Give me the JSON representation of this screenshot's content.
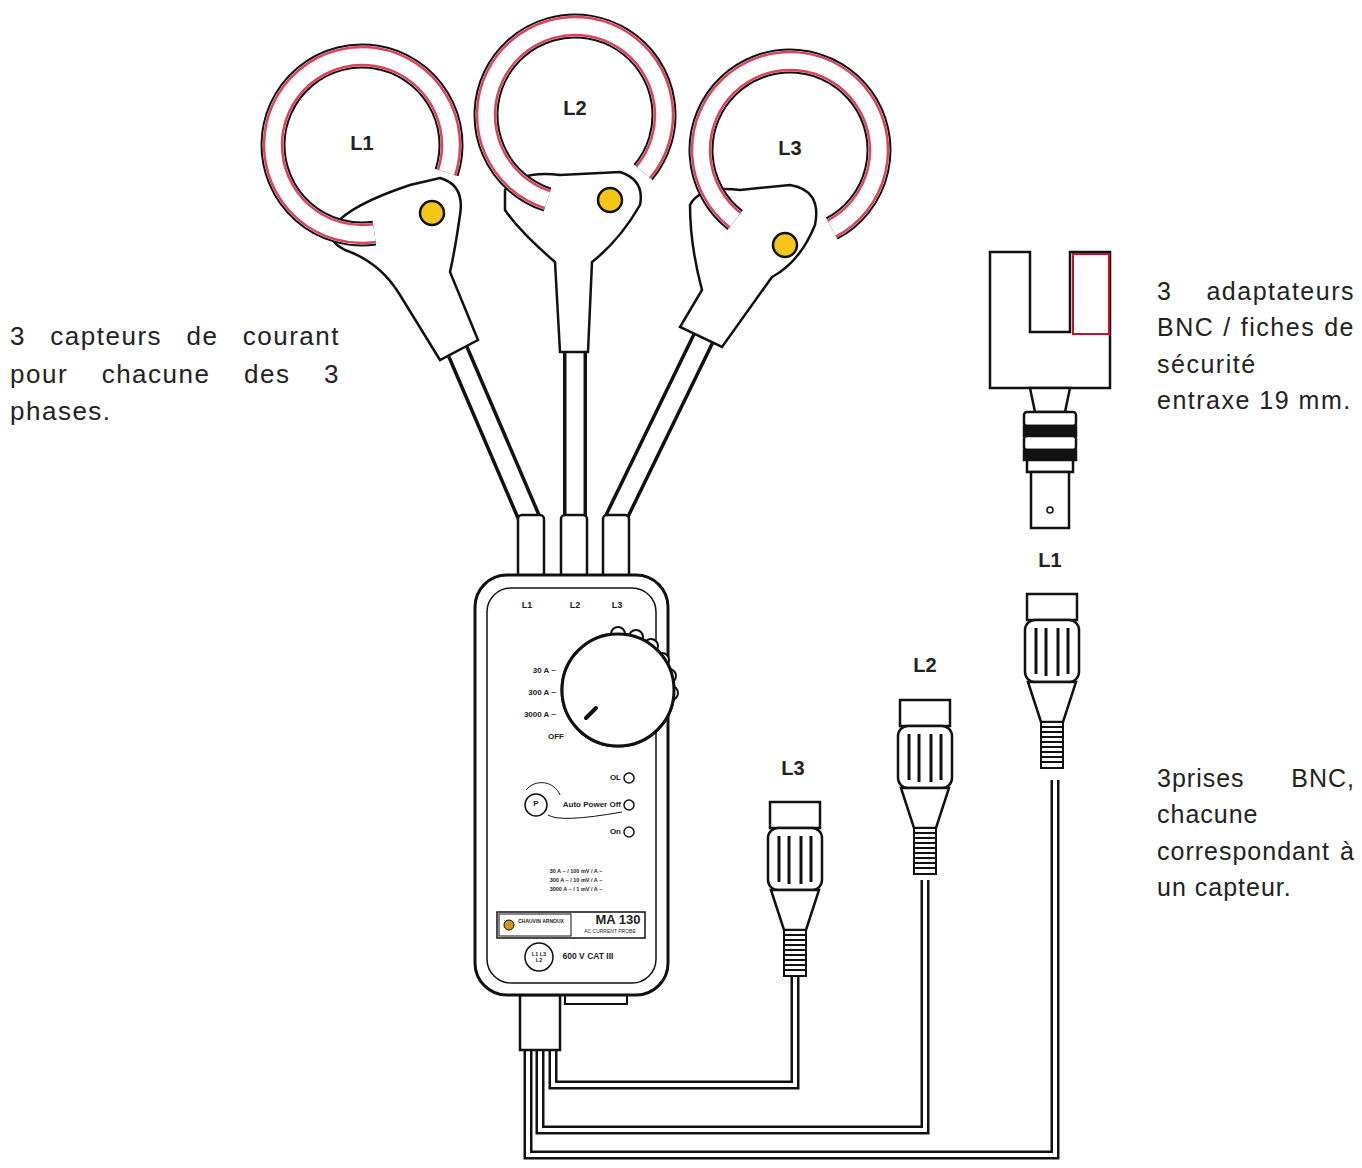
{
  "diagram": {
    "nodes": [
      {
        "text": [
          "L1"
        ]
      },
      {
        "text": [
          "L2"
        ]
      },
      {
        "text": [
          "L3"
        ]
      }
    ],
    "labels": [
      "3 capteurs de courant pour chacune des 3 phases.",
      "3 adaptateurs BNC / fiches de sécurité entraxe 19 mm.",
      "3prises BNC, chacune correspondant à un capteur.",
      "L1",
      "L2",
      "L3",
      "30 A ~",
      "300 A ~",
      "3000 A ~",
      "OFF",
      "OL",
      "Auto Power Off",
      "On",
      "P",
      "30 A ~ / 100 mV / A ~",
      "300 A ~ / 10 mV / A ~",
      "3000 A ~ / 1 mV / A ~",
      "CHAUVIN ARNOUX",
      "MA 130",
      "AC CURRENT PROBE",
      "L1 L3 L2",
      "600 V CAT III",
      "L1",
      "L2",
      "L3"
    ]
  }
}
